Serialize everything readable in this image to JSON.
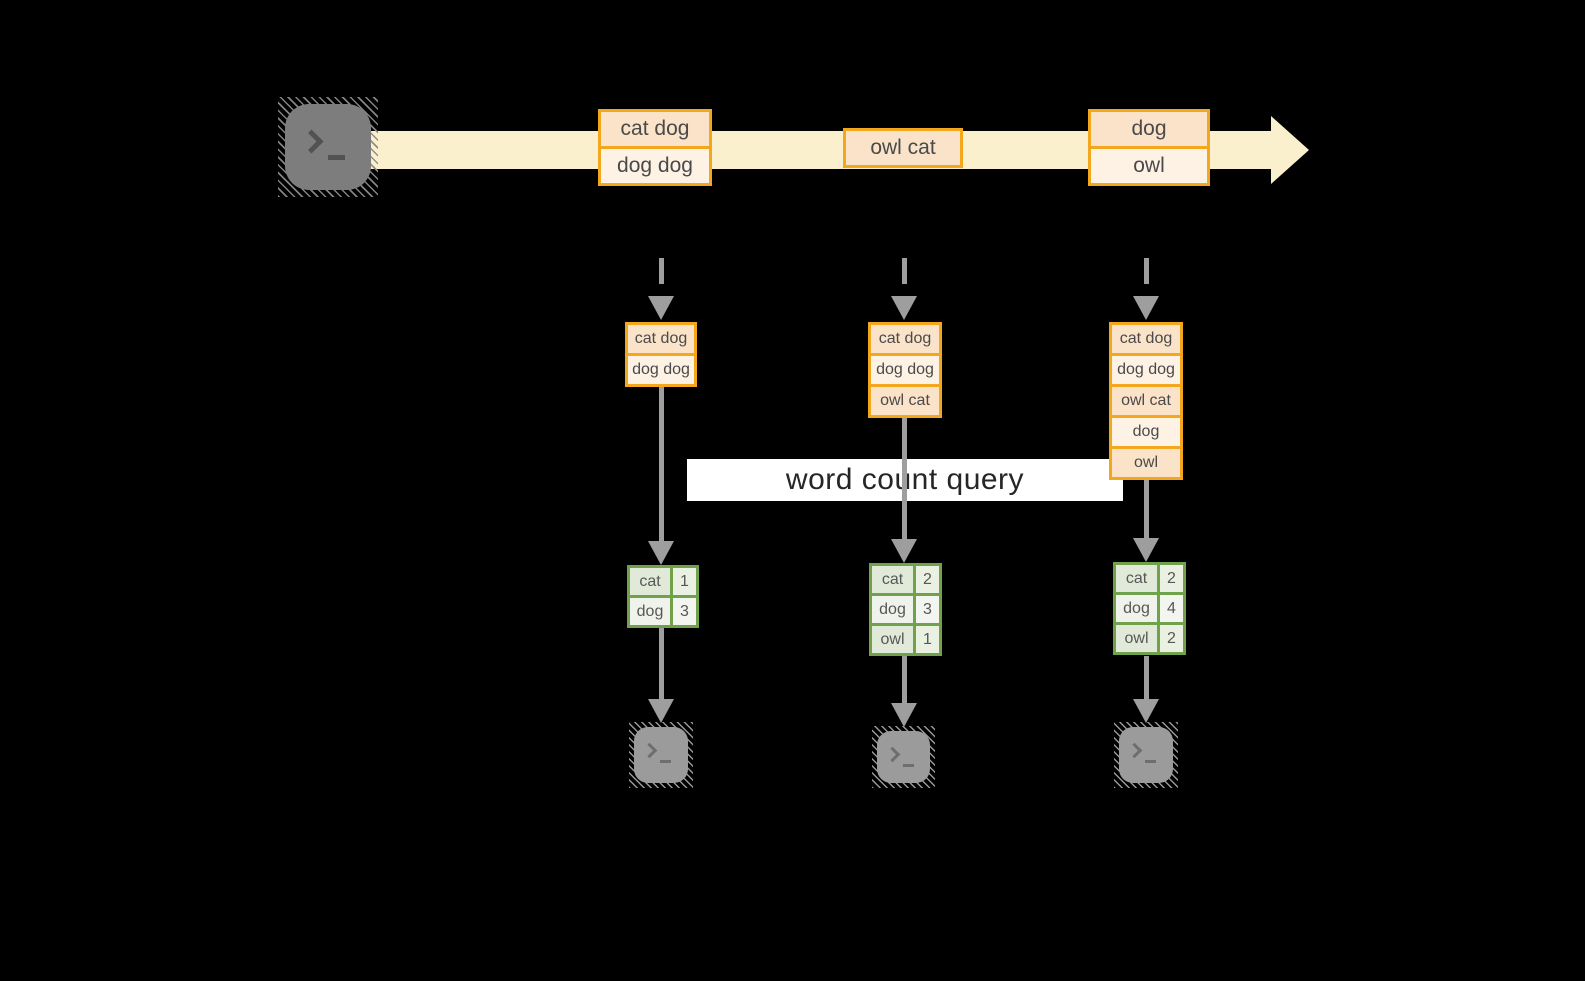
{
  "query_label": "word count query",
  "stream": {
    "source_icon": "terminal-icon",
    "batches": [
      {
        "items": [
          "cat dog",
          "dog dog"
        ]
      },
      {
        "items": [
          "owl cat"
        ]
      },
      {
        "items": [
          "dog",
          "owl"
        ]
      }
    ]
  },
  "columns": [
    {
      "buffer": [
        "cat dog",
        "dog dog"
      ],
      "counts": [
        {
          "word": "cat",
          "count": "1"
        },
        {
          "word": "dog",
          "count": "3"
        }
      ],
      "sink_icon": "terminal-icon"
    },
    {
      "buffer": [
        "cat dog",
        "dog dog",
        "owl cat"
      ],
      "counts": [
        {
          "word": "cat",
          "count": "2"
        },
        {
          "word": "dog",
          "count": "3"
        },
        {
          "word": "owl",
          "count": "1"
        }
      ],
      "sink_icon": "terminal-icon"
    },
    {
      "buffer": [
        "cat dog",
        "dog dog",
        "owl cat",
        "dog",
        "owl"
      ],
      "counts": [
        {
          "word": "cat",
          "count": "2"
        },
        {
          "word": "dog",
          "count": "4"
        },
        {
          "word": "owl",
          "count": "2"
        }
      ],
      "sink_icon": "terminal-icon"
    }
  ],
  "colors": {
    "background": "#000000",
    "stream_band": "#FBF0CD",
    "box_border": "#F2A71D",
    "box_fill_dark": "#FAE3C8",
    "box_fill_light": "#FDF2E4",
    "table_border": "#6FA24B",
    "cell_fill_dark": "#E1EAD8",
    "cell_fill_light": "#EFF3EB",
    "arrow": "#9E9E9E",
    "label_bg": "#FFFFFF"
  }
}
